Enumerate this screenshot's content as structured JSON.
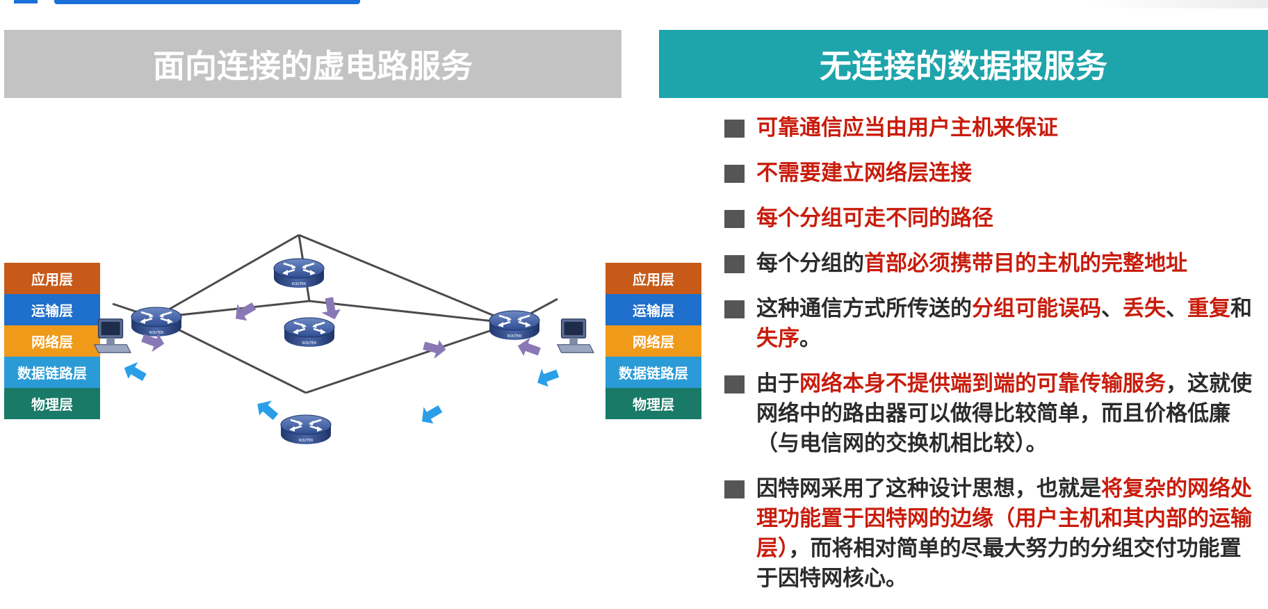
{
  "colors": {
    "left_header_bg": "#c3c3c3",
    "right_header_bg": "#1ea4ab",
    "highlight_red": "#c81c0c",
    "body_text": "#2b2b2b",
    "bullet_square": "#555555",
    "arrow_purple": "#8a78b6",
    "arrow_blue": "#2a9ee8"
  },
  "left_panel": {
    "header": "面向连接的虚电路服务"
  },
  "right_panel": {
    "header": "无连接的数据报服务"
  },
  "layer_stack": [
    {
      "label": "应用层",
      "color": "#c75a19"
    },
    {
      "label": "运输层",
      "color": "#1f6fcc"
    },
    {
      "label": "网络层",
      "color": "#f09a1a"
    },
    {
      "label": "数据链路层",
      "color": "#2a9bd6"
    },
    {
      "label": "物理层",
      "color": "#197a68"
    }
  ],
  "network": {
    "router_label": "ROUTER",
    "icons": [
      "router-icon",
      "computer-icon",
      "packet-arrow-icon"
    ]
  },
  "bullets": [
    {
      "segments": [
        {
          "text": "可靠通信应当由用户主机来保证",
          "red": true
        }
      ]
    },
    {
      "segments": [
        {
          "text": "不需要建立网络层连接",
          "red": true
        }
      ]
    },
    {
      "segments": [
        {
          "text": "每个分组可走不同的路径",
          "red": true
        }
      ]
    },
    {
      "segments": [
        {
          "text": "每个分组的",
          "red": false
        },
        {
          "text": "首部必须携带目的主机的完整地址",
          "red": true
        }
      ]
    },
    {
      "segments": [
        {
          "text": "这种通信方式所传送的",
          "red": false
        },
        {
          "text": "分组可能误码",
          "red": true
        },
        {
          "text": "、",
          "red": false
        },
        {
          "text": "丢失",
          "red": true
        },
        {
          "text": "、",
          "red": false
        },
        {
          "text": "重复",
          "red": true
        },
        {
          "text": "和",
          "red": false
        },
        {
          "text": "失序",
          "red": true
        },
        {
          "text": "。",
          "red": false
        }
      ]
    },
    {
      "segments": [
        {
          "text": "由于",
          "red": false
        },
        {
          "text": "网络本身不提供端到端的可靠传输服务",
          "red": true
        },
        {
          "text": "，这就使网络中的路由器可以做得比较简单，而且价格低廉（与电信网的交换机相比较）。",
          "red": false
        }
      ]
    },
    {
      "segments": [
        {
          "text": "因特网采用了这种设计思想，也就是",
          "red": false
        },
        {
          "text": "将复杂的网络处理功能置于因特网的边缘（用户主机和其内部的运输层）",
          "red": true
        },
        {
          "text": "，而将相对简单的尽最大努力的分组交付功能置于因特网核心。",
          "red": false
        }
      ]
    }
  ]
}
